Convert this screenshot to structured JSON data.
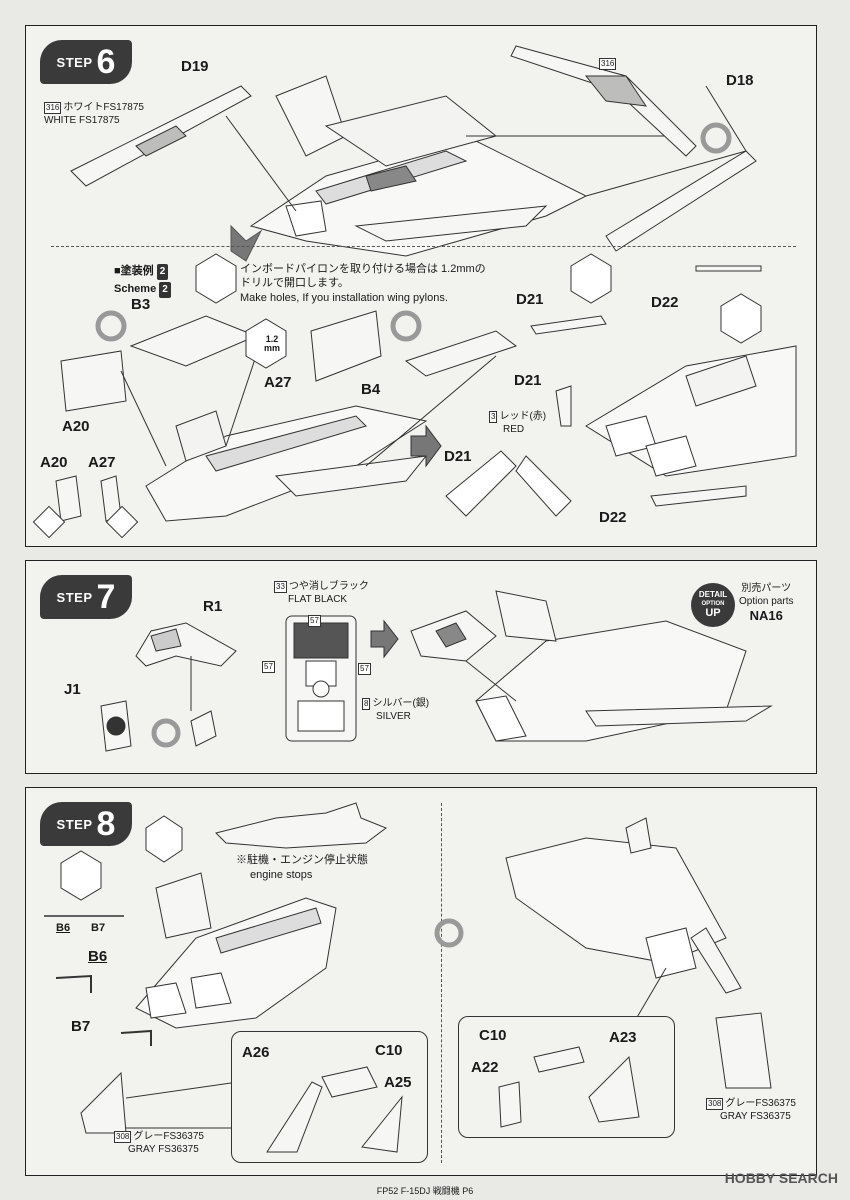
{
  "step6": {
    "step_word": "STEP",
    "step_number": "6",
    "labels": {
      "d19": "D19",
      "d18": "D18",
      "b3": "B3",
      "b4": "B4",
      "a27": "A27",
      "a20": "A20",
      "a20b": "A20",
      "a27b": "A27",
      "d21a": "D21",
      "d21b": "D21",
      "d21c": "D21",
      "d22a": "D22",
      "d22b": "D22",
      "drill": "1.2",
      "drill_unit": "mm"
    },
    "paint_316_num": "316",
    "paint_316_jp": "ホワイトFS17875",
    "paint_316_en": "WHITE FS17875",
    "paint_316_tag": "316",
    "scheme_jp": "■塗装例",
    "scheme_en": "Scheme",
    "scheme_num": "2",
    "scheme_num2": "2",
    "note_jp1": "インボードパイロンを取り付ける場合は 1.2mmの",
    "note_jp2": "ドリルで開口します。",
    "note_en": "Make holes, If you installation wing pylons.",
    "red_num": "3",
    "red_jp": "レッド(赤)",
    "red_en": "RED"
  },
  "step7": {
    "step_word": "STEP",
    "step_number": "7",
    "labels": {
      "r1": "R1",
      "j1": "J1",
      "na16": "NA16"
    },
    "flat_num": "33",
    "flat_jp": "つや消しブラック",
    "flat_en": "FLAT BLACK",
    "silver_num": "8",
    "silver_jp": "シルバー(銀)",
    "silver_en": "SILVER",
    "callout_57": "57",
    "detail_line1": "DETAIL",
    "detail_line2": "OPTION",
    "detail_line3": "UP",
    "option_jp": "別売パーツ",
    "option_en": "Option parts"
  },
  "step8": {
    "step_word": "STEP",
    "step_number": "8",
    "note_jp": "※駐機・エンジン停止状態",
    "note_en": "engine stops",
    "labels": {
      "b6": "B6",
      "b7": "B7",
      "b6b": "B6",
      "b7b": "B7",
      "a26": "A26",
      "c10": "C10",
      "a25": "A25",
      "c10b": "C10",
      "a23": "A23",
      "a22": "A22"
    },
    "gray_num": "308",
    "gray_jp": "グレーFS36375",
    "gray_en": "GRAY FS36375"
  },
  "footer": "FP52 F-15DJ 戦闘機 P6",
  "watermark": "HOBBY SEARCH",
  "colors": {
    "badge": "#3a3a3a",
    "line": "#222222",
    "paper": "#f2f2ef"
  }
}
